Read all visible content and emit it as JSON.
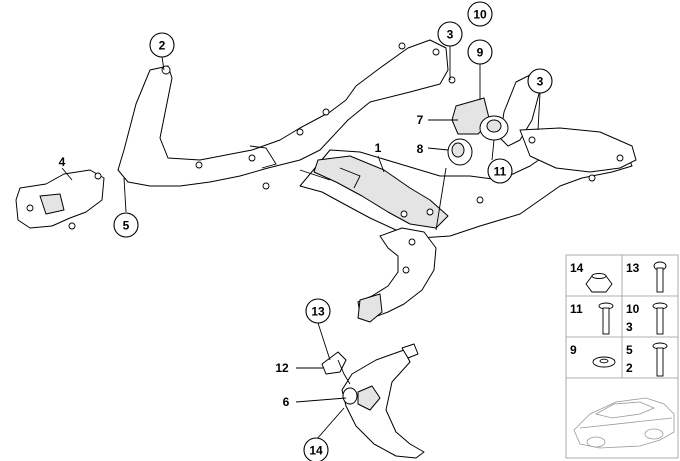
{
  "callouts": {
    "c1": "1",
    "c2": "2",
    "c3a": "3",
    "c3b": "3",
    "c4": "4",
    "c5": "5",
    "c6": "6",
    "c7": "7",
    "c8": "8",
    "c9": "9",
    "c10": "10",
    "c11": "11",
    "c12": "12",
    "c13": "13",
    "c14": "14"
  },
  "parts_table": {
    "r1_left": "14",
    "r1_right": "13",
    "r2_left": "11",
    "r2_right_a": "10",
    "r2_right_b": "3",
    "r3_left": "9",
    "r3_right_a": "5",
    "r3_right_b": "2"
  },
  "colors": {
    "line": "#000000",
    "shade": "#e4e4e4",
    "grid": "#999999"
  }
}
